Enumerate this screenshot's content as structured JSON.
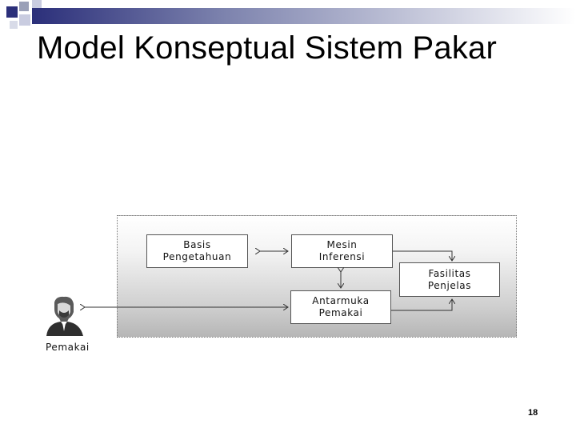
{
  "slide": {
    "title": "Model Konseptual Sistem Pakar",
    "page_number": "18"
  },
  "diagram": {
    "knowledge_base": {
      "line1": "Basis",
      "line2": "Pengetahuan"
    },
    "inference_engine": {
      "line1": "Mesin",
      "line2": "Inferensi"
    },
    "explanation_facility": {
      "line1": "Fasilitas",
      "line2": "Penjelas"
    },
    "user_interface": {
      "line1": "Antarmuka",
      "line2": "Pemakai"
    },
    "user": {
      "label": "Pemakai"
    }
  },
  "colors": {
    "decor_navy": "#2b2f7a",
    "decor_gray": "#9aa0b8"
  }
}
